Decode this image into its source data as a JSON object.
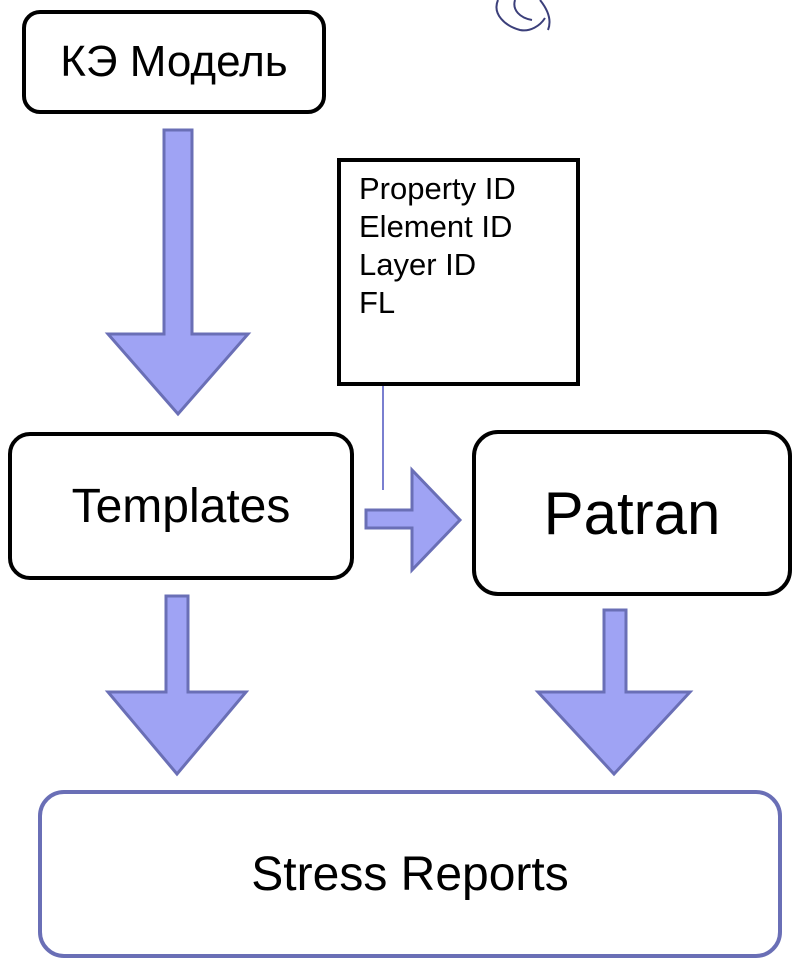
{
  "diagram": {
    "nodes": {
      "model": "КЭ Модель",
      "templates": "Templates",
      "patran": "Patran",
      "stress_reports": "Stress Reports"
    },
    "note_lines": [
      "Property ID",
      "Element ID",
      "Layer ID",
      "FL"
    ],
    "colors": {
      "arrow_fill": "#9fa3f4",
      "arrow_stroke": "#6a6fb6",
      "node_border": "#000000",
      "stress_border": "#6a6fb6",
      "connector_line": "#7a7fd0"
    }
  }
}
